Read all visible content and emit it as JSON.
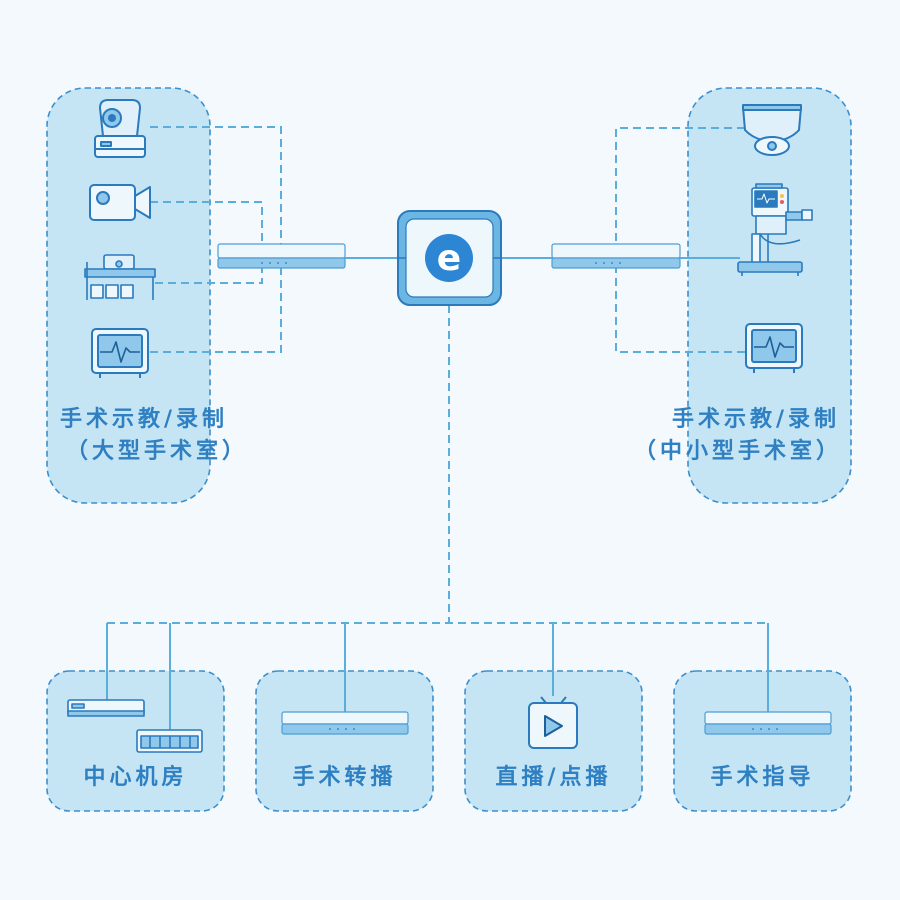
{
  "colors": {
    "background": "#f3f9fd",
    "panel_fill": "#c5e5f4",
    "panel_border": "#3d8fcc",
    "line": "#5aaedc",
    "icon_stroke": "#2a7abd",
    "text": "#2f80c2"
  },
  "hub": {
    "icon": "e-logo-icon",
    "letter": "e"
  },
  "left_room": {
    "line1": "手术示教/录制",
    "line2": "（大型手术室）",
    "devices": [
      "ptz-camera-icon",
      "video-camera-icon",
      "operating-table-icon",
      "patient-monitor-icon"
    ]
  },
  "right_room": {
    "line1": "手术示教/录制",
    "line2": "（中小型手术室）",
    "devices": [
      "surgical-light-icon",
      "anesthesia-machine-icon",
      "patient-monitor-icon"
    ]
  },
  "bottom": [
    {
      "label": "中心机房",
      "icon": "server-icon"
    },
    {
      "label": "手术转播",
      "icon": "switch-icon"
    },
    {
      "label": "直播/点播",
      "icon": "tv-play-icon"
    },
    {
      "label": "手术指导",
      "icon": "switch-icon"
    }
  ]
}
